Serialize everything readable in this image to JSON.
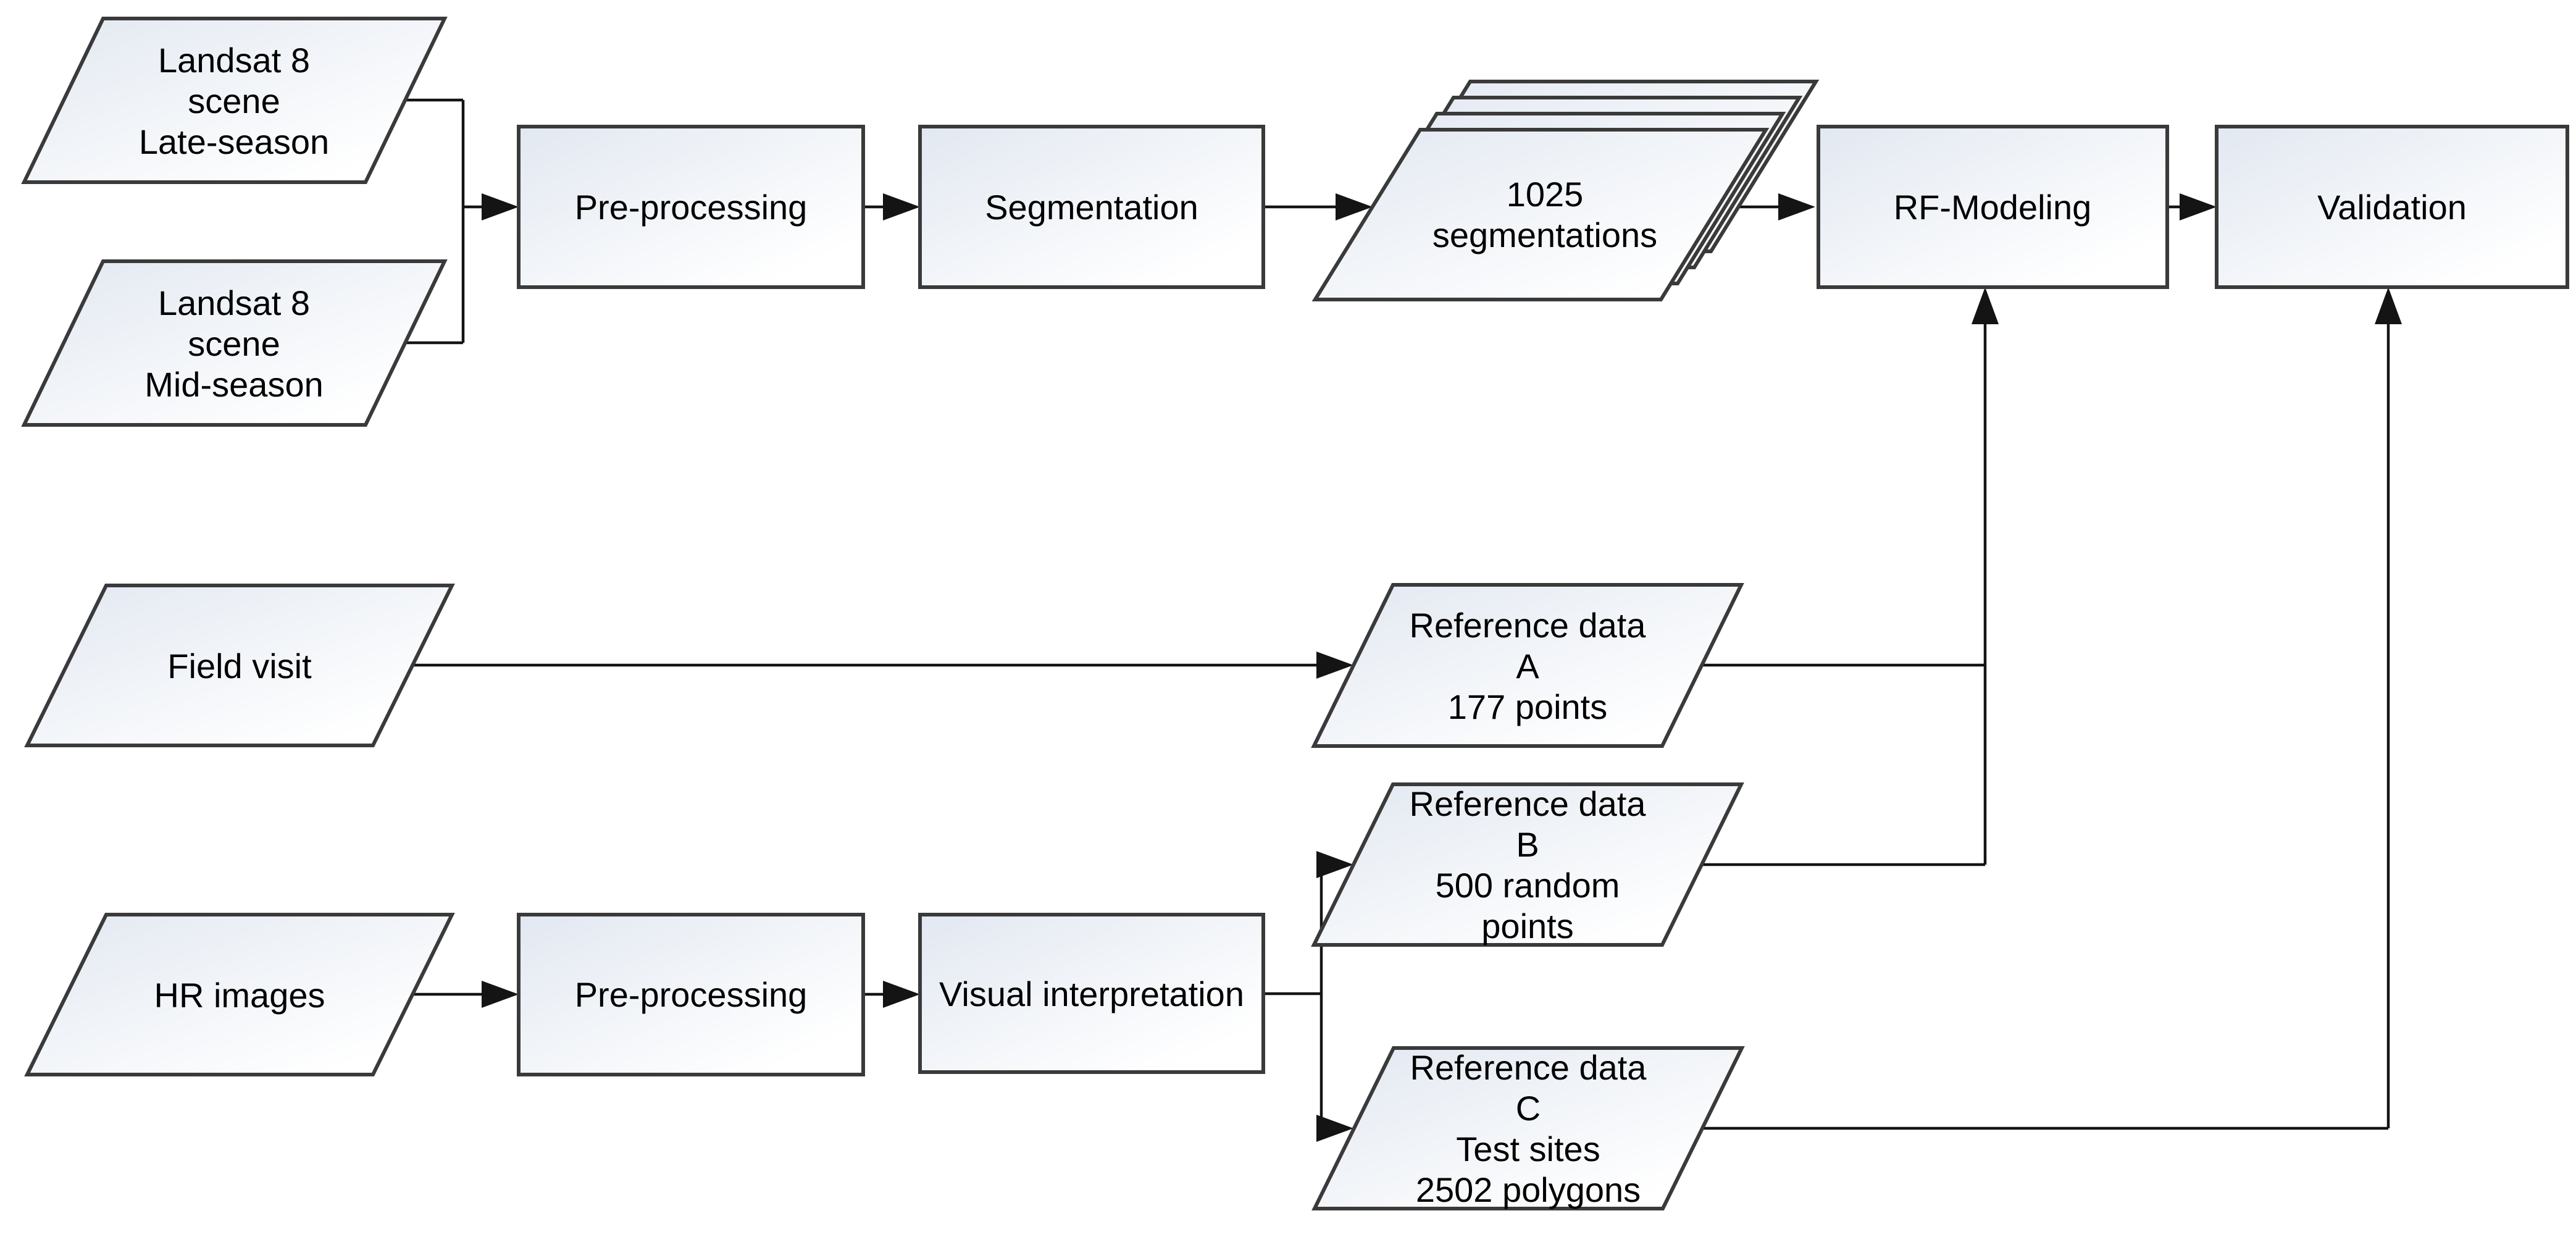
{
  "diagram": {
    "type": "flowchart",
    "background": "#ffffff",
    "colors": {
      "shape_fill_top": "#e2e8f1",
      "shape_fill_bottom": "#ffffff",
      "shape_border": "#3a3a3a",
      "connector": "#141414",
      "text": "#000000"
    },
    "nodes": {
      "landsat_late": {
        "shape": "parallelogram",
        "lines": [
          "Landsat 8",
          "scene",
          "Late-season"
        ]
      },
      "landsat_mid": {
        "shape": "parallelogram",
        "lines": [
          "Landsat 8",
          "scene",
          "Mid-season"
        ]
      },
      "preprocessing_top": {
        "shape": "process",
        "label": "Pre-processing"
      },
      "segmentation": {
        "shape": "process",
        "label": "Segmentation"
      },
      "segmentations_stack": {
        "shape": "stacked-parallelogram",
        "lines": [
          "1025",
          "segmentations"
        ],
        "layers": 4
      },
      "rf_modeling": {
        "shape": "process",
        "label": "RF-Modeling"
      },
      "validation": {
        "shape": "process",
        "label": "Validation"
      },
      "field_visit": {
        "shape": "parallelogram",
        "label": "Field visit"
      },
      "reference_a": {
        "shape": "parallelogram",
        "lines": [
          "Reference data",
          "A",
          "177 points"
        ]
      },
      "reference_b": {
        "shape": "parallelogram",
        "lines": [
          "Reference data",
          "B",
          "500 random",
          "points"
        ]
      },
      "reference_c": {
        "shape": "parallelogram",
        "lines": [
          "Reference data",
          "C",
          "Test sites",
          "2502 polygons"
        ]
      },
      "hr_images": {
        "shape": "parallelogram",
        "label": "HR images"
      },
      "preprocessing_bottom": {
        "shape": "process",
        "label": "Pre-processing"
      },
      "visual_interpretation": {
        "shape": "process",
        "label": "Visual interpretation"
      }
    },
    "edges": [
      {
        "from": "landsat_late",
        "to": "preprocessing_top"
      },
      {
        "from": "landsat_mid",
        "to": "preprocessing_top"
      },
      {
        "from": "preprocessing_top",
        "to": "segmentation"
      },
      {
        "from": "segmentation",
        "to": "segmentations_stack"
      },
      {
        "from": "segmentations_stack",
        "to": "rf_modeling"
      },
      {
        "from": "rf_modeling",
        "to": "validation"
      },
      {
        "from": "field_visit",
        "to": "reference_a"
      },
      {
        "from": "reference_a",
        "to": "rf_modeling"
      },
      {
        "from": "reference_b",
        "to": "rf_modeling"
      },
      {
        "from": "hr_images",
        "to": "preprocessing_bottom"
      },
      {
        "from": "preprocessing_bottom",
        "to": "visual_interpretation"
      },
      {
        "from": "visual_interpretation",
        "to": "reference_b"
      },
      {
        "from": "visual_interpretation",
        "to": "reference_c"
      },
      {
        "from": "reference_c",
        "to": "validation"
      }
    ]
  }
}
